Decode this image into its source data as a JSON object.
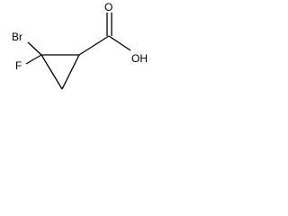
{
  "molecule": {
    "atoms": {
      "bromine": "Br",
      "fluorine": "F",
      "carbonyl_oxygen": "O",
      "hydroxyl": "OH"
    },
    "colors": {
      "bond": "#000000",
      "label": "#000000",
      "background": "#ffffff"
    }
  }
}
